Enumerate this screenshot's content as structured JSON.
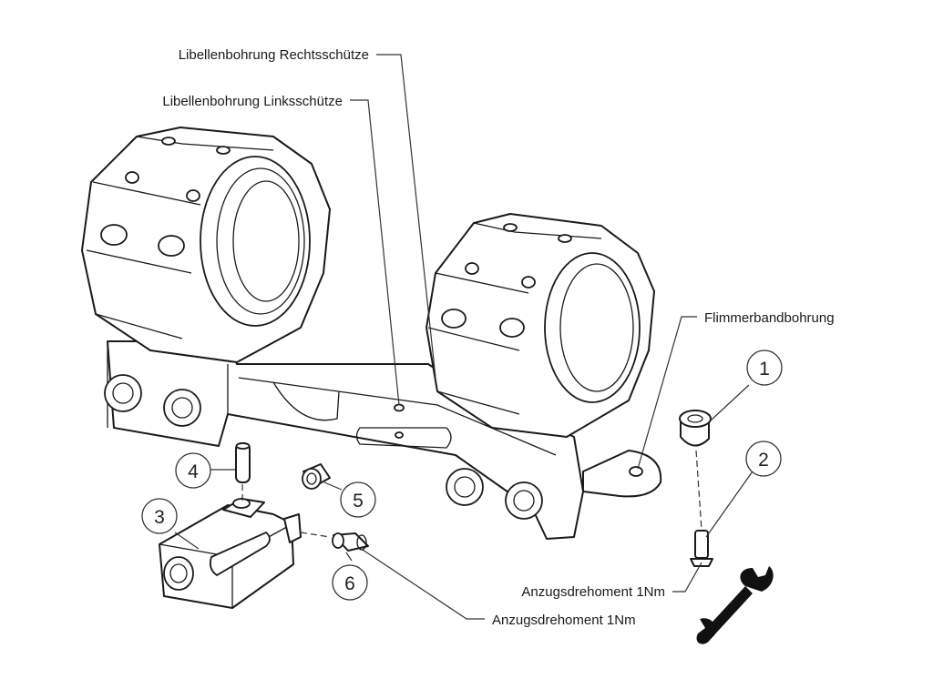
{
  "labels": {
    "level_hole_right": "Libellenbohrung Rechtsschütze",
    "level_hole_left": "Libellenbohrung Linksschütze",
    "flicker_band_hole": "Flimmerbandbohrung",
    "torque_1": "Anzugsdrehoment 1Nm",
    "torque_2": "Anzugsdrehoment 1Nm"
  },
  "callouts": [
    "1",
    "2",
    "3",
    "4",
    "5",
    "6"
  ]
}
